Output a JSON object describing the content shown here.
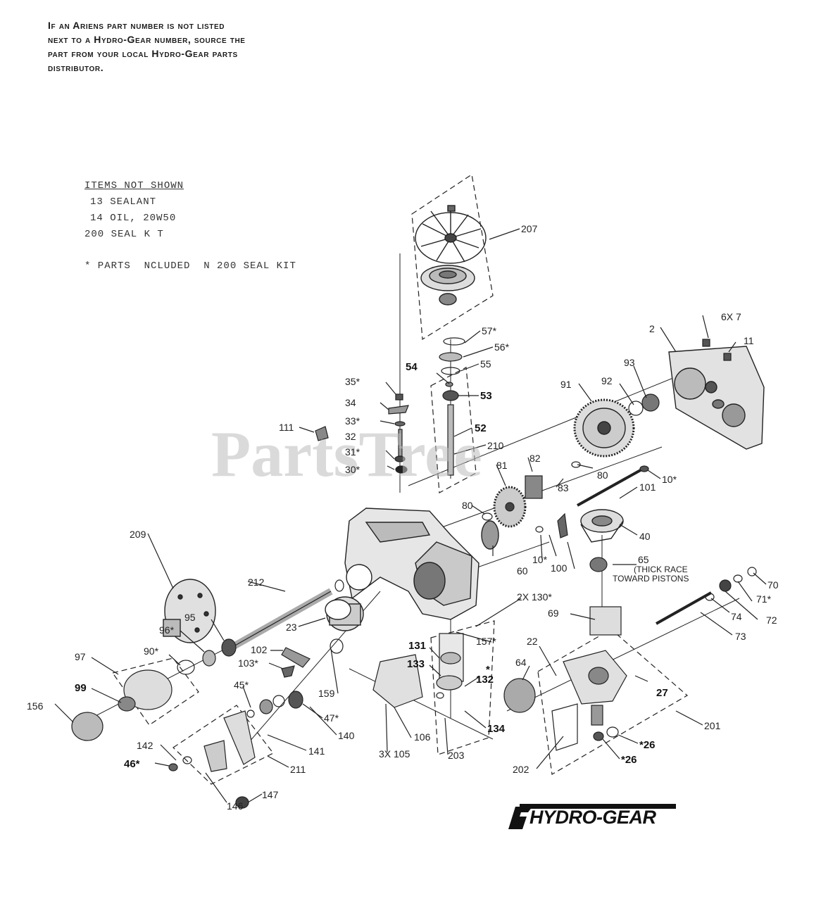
{
  "note": {
    "line1": "If an Ariens part number is not listed",
    "line2": "next to a Hydro-Gear number, source the",
    "line3": "part from your local Hydro-Gear parts",
    "line4": "distributor."
  },
  "legend": {
    "header": "ITEMS NOT SHOWN",
    "items": [
      "13 SEALANT",
      "14 OIL, 20W50",
      "200 SEAL K T"
    ],
    "footnote": "* PARTS  NCLUDED  N 200 SEAL KIT"
  },
  "watermark": "PartsTree",
  "brand": {
    "name": "HYDRO-GEAR",
    "mark": "S"
  },
  "callouts": [
    {
      "id": "c207",
      "text": "207"
    },
    {
      "id": "c57",
      "text": "57*"
    },
    {
      "id": "c56",
      "text": "56*"
    },
    {
      "id": "c55",
      "text": "55"
    },
    {
      "id": "c54",
      "text": "54"
    },
    {
      "id": "c53",
      "text": "53"
    },
    {
      "id": "c52",
      "text": "52"
    },
    {
      "id": "c210",
      "text": "210"
    },
    {
      "id": "c35",
      "text": "35*"
    },
    {
      "id": "c34",
      "text": "34"
    },
    {
      "id": "c33",
      "text": "33*"
    },
    {
      "id": "c32",
      "text": "32"
    },
    {
      "id": "c31",
      "text": "31*"
    },
    {
      "id": "c30",
      "text": "30*"
    },
    {
      "id": "c111",
      "text": "111"
    },
    {
      "id": "c6x7",
      "text": "6X 7"
    },
    {
      "id": "c2",
      "text": "2"
    },
    {
      "id": "c11",
      "text": "11"
    },
    {
      "id": "c93",
      "text": "93"
    },
    {
      "id": "c92",
      "text": "92"
    },
    {
      "id": "c91",
      "text": "91"
    },
    {
      "id": "c81",
      "text": "81"
    },
    {
      "id": "c82",
      "text": "82"
    },
    {
      "id": "c83",
      "text": "83"
    },
    {
      "id": "c80a",
      "text": "80"
    },
    {
      "id": "c80b",
      "text": "80"
    },
    {
      "id": "c10a",
      "text": "10*"
    },
    {
      "id": "c101",
      "text": "101"
    },
    {
      "id": "c40",
      "text": "40"
    },
    {
      "id": "c10b",
      "text": "10*"
    },
    {
      "id": "c100",
      "text": "100"
    },
    {
      "id": "c60",
      "text": "60"
    },
    {
      "id": "c209",
      "text": "209"
    },
    {
      "id": "c212",
      "text": "212"
    },
    {
      "id": "c65",
      "text": "65"
    },
    {
      "id": "c65note1",
      "text": "(THICK RACE"
    },
    {
      "id": "c65note2",
      "text": "TOWARD PISTONS"
    },
    {
      "id": "c70",
      "text": "70"
    },
    {
      "id": "c71",
      "text": "71*"
    },
    {
      "id": "c72",
      "text": "72"
    },
    {
      "id": "c74",
      "text": "74"
    },
    {
      "id": "c73",
      "text": "73"
    },
    {
      "id": "c2x130",
      "text": "2X 130*"
    },
    {
      "id": "c69",
      "text": "69"
    },
    {
      "id": "c157",
      "text": "157*"
    },
    {
      "id": "c23",
      "text": "23"
    },
    {
      "id": "c95",
      "text": "95"
    },
    {
      "id": "c96",
      "text": "96*"
    },
    {
      "id": "c102",
      "text": "102"
    },
    {
      "id": "c103",
      "text": "103*"
    },
    {
      "id": "c90",
      "text": "90*"
    },
    {
      "id": "c97",
      "text": "97"
    },
    {
      "id": "c99",
      "text": "99"
    },
    {
      "id": "c156",
      "text": "156"
    },
    {
      "id": "c131",
      "text": "131"
    },
    {
      "id": "c133",
      "text": "133"
    },
    {
      "id": "c132",
      "text": "132"
    },
    {
      "id": "c132star",
      "text": "*"
    },
    {
      "id": "c22",
      "text": "22"
    },
    {
      "id": "c64",
      "text": "64"
    },
    {
      "id": "c27",
      "text": "27"
    },
    {
      "id": "c201",
      "text": "201"
    },
    {
      "id": "c159",
      "text": "159"
    },
    {
      "id": "c45",
      "text": "45*"
    },
    {
      "id": "c47",
      "text": "47*"
    },
    {
      "id": "c140",
      "text": "140"
    },
    {
      "id": "c141",
      "text": "141"
    },
    {
      "id": "c142",
      "text": "142"
    },
    {
      "id": "c46",
      "text": "46*"
    },
    {
      "id": "c211",
      "text": "211"
    },
    {
      "id": "c146",
      "text": "146"
    },
    {
      "id": "c147",
      "text": "147"
    },
    {
      "id": "c106",
      "text": "106"
    },
    {
      "id": "c3x105",
      "text": "3X 105"
    },
    {
      "id": "c203",
      "text": "203"
    },
    {
      "id": "c134",
      "text": "134"
    },
    {
      "id": "c26a",
      "text": "*26"
    },
    {
      "id": "c26b",
      "text": "*26"
    },
    {
      "id": "c202",
      "text": "202"
    }
  ]
}
